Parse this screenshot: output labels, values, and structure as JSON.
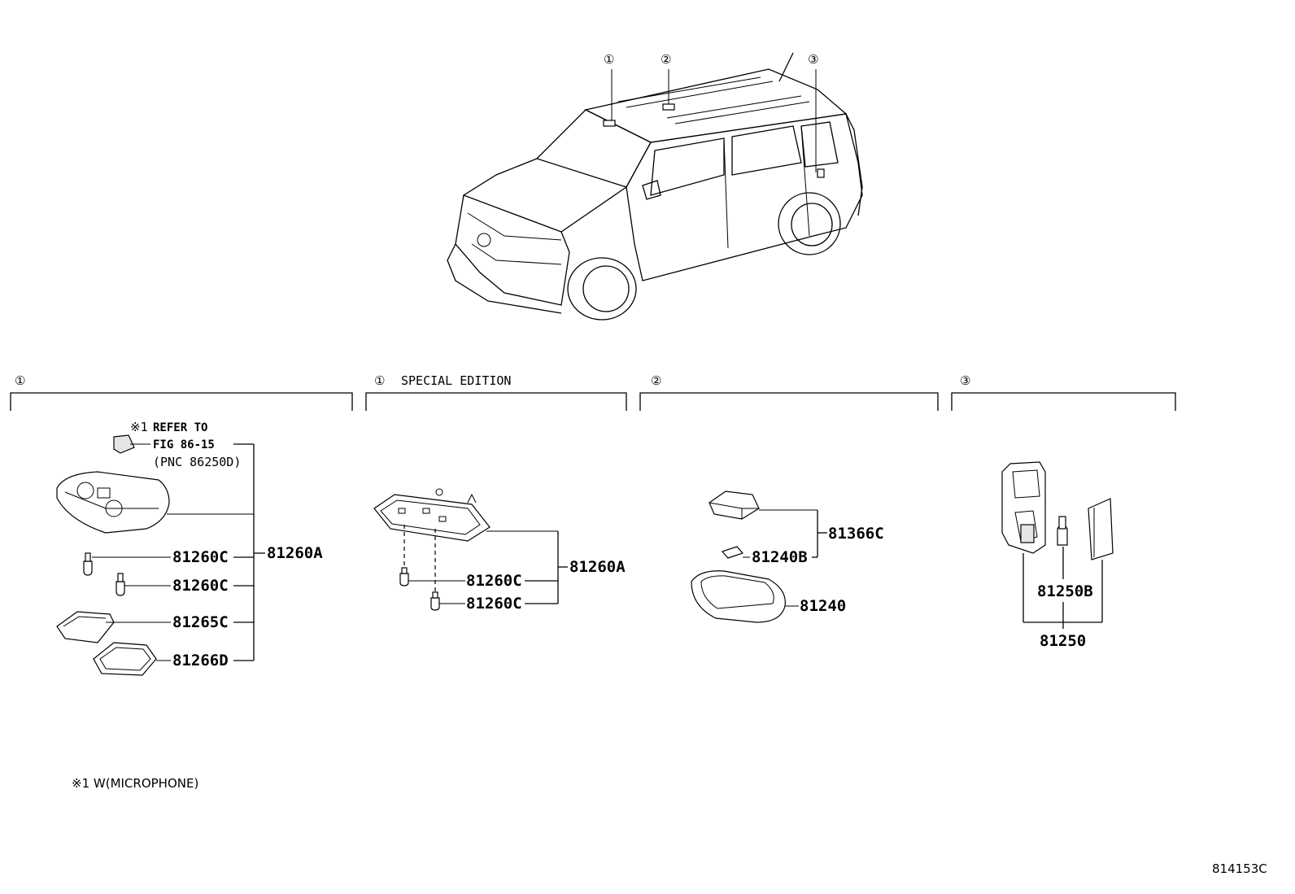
{
  "car_callouts": [
    "①",
    "②",
    "③"
  ],
  "sections": [
    {
      "marker": "①",
      "title": ""
    },
    {
      "marker": "①",
      "title": "SPECIAL EDITION"
    },
    {
      "marker": "②",
      "title": ""
    },
    {
      "marker": "③",
      "title": ""
    }
  ],
  "section1": {
    "note_mark": "※1",
    "refer_line1": "REFER TO",
    "refer_line2": "FIG 86-15",
    "refer_line3": "(PNC 86250D)",
    "parts": [
      "81260C",
      "81260C",
      "81265C",
      "81266D"
    ],
    "assembly": "81260A"
  },
  "section2": {
    "parts": [
      "81260C",
      "81260C"
    ],
    "assembly": "81260A"
  },
  "section3": {
    "parts": [
      "81366C",
      "81240B",
      "81240"
    ]
  },
  "section4": {
    "parts": [
      "81250B",
      "81250"
    ]
  },
  "footnote": "※1 W(MICROPHONE)",
  "figure_code": "814153C"
}
